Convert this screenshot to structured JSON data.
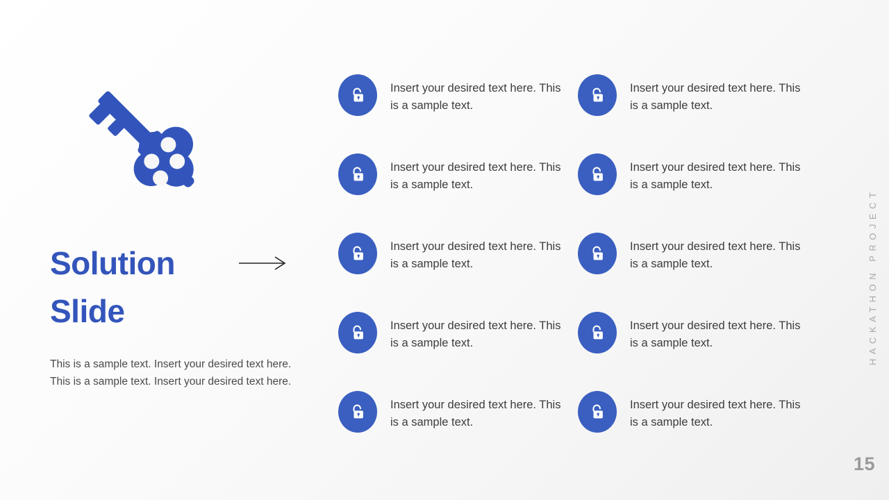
{
  "slide": {
    "background_color": "#f7f7f7",
    "accent_color": "#3355bb",
    "badge_color": "#3a5fc0",
    "title": "Solution\nSlide",
    "body": "This is a sample text. Insert your desired text here. This is a sample text. Insert your desired text here.",
    "key_icon_name": "ornate-key-icon",
    "arrow_icon_name": "right-arrow-icon"
  },
  "items": [
    {
      "text": "Insert your desired text here. This is a sample text.",
      "icon": "open-padlock-icon"
    },
    {
      "text": "Insert your desired text here. This is a sample text.",
      "icon": "open-padlock-icon"
    },
    {
      "text": "Insert your desired text here. This is a sample text.",
      "icon": "open-padlock-icon"
    },
    {
      "text": "Insert your desired text here. This is a sample text.",
      "icon": "open-padlock-icon"
    },
    {
      "text": "Insert your desired text here. This is a sample text.",
      "icon": "open-padlock-icon"
    },
    {
      "text": "Insert your desired text here. This is a sample text.",
      "icon": "open-padlock-icon"
    },
    {
      "text": "Insert your desired text here. This is a sample text.",
      "icon": "open-padlock-icon"
    },
    {
      "text": "Insert your desired text here. This is a sample text.",
      "icon": "open-padlock-icon"
    },
    {
      "text": "Insert your desired text here. This is a sample text.",
      "icon": "open-padlock-icon"
    },
    {
      "text": "Insert your desired text here. This is a sample text.",
      "icon": "open-padlock-icon"
    }
  ],
  "footer": {
    "side_label": "HACKATHON PROJECT",
    "page_number": "15"
  }
}
